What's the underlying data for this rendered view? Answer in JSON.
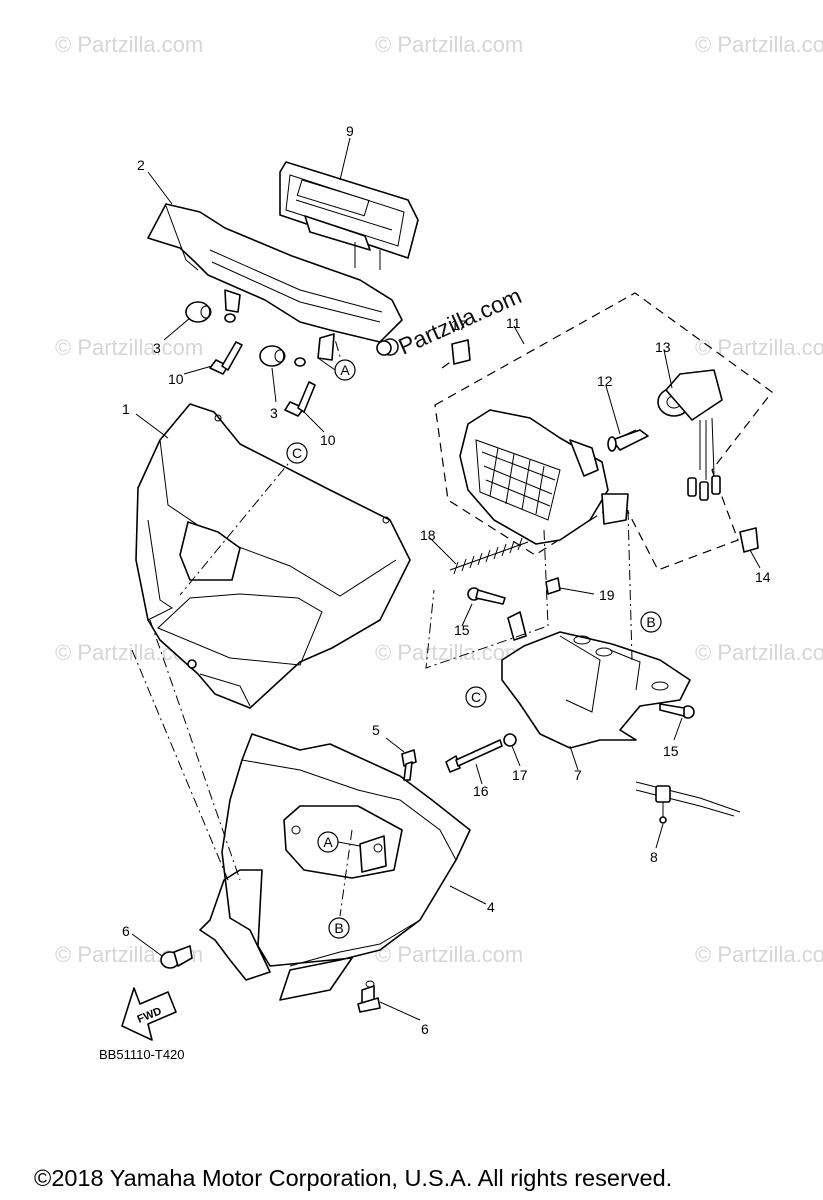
{
  "watermark": "© Partzilla.com",
  "site_stamp": "Partzilla.com",
  "diagram_code": "BB51110-T420",
  "copyright": "©2018  Yamaha Motor Corporation, U.S.A. All rights reserved.",
  "direction_label": "FWD",
  "reference_letters": {
    "a": "A",
    "b": "B",
    "c": "C"
  },
  "callouts": {
    "n1": "1",
    "n2": "2",
    "n3a": "3",
    "n3b": "3",
    "n4": "4",
    "n5": "5",
    "n6a": "6",
    "n6b": "6",
    "n7": "7",
    "n8": "8",
    "n9": "9",
    "n10a": "10",
    "n10b": "10",
    "n11": "11",
    "n12": "12",
    "n13": "13",
    "n14": "14",
    "n15a": "15",
    "n15b": "15",
    "n16": "16",
    "n17": "17",
    "n18": "18",
    "n19": "19"
  }
}
